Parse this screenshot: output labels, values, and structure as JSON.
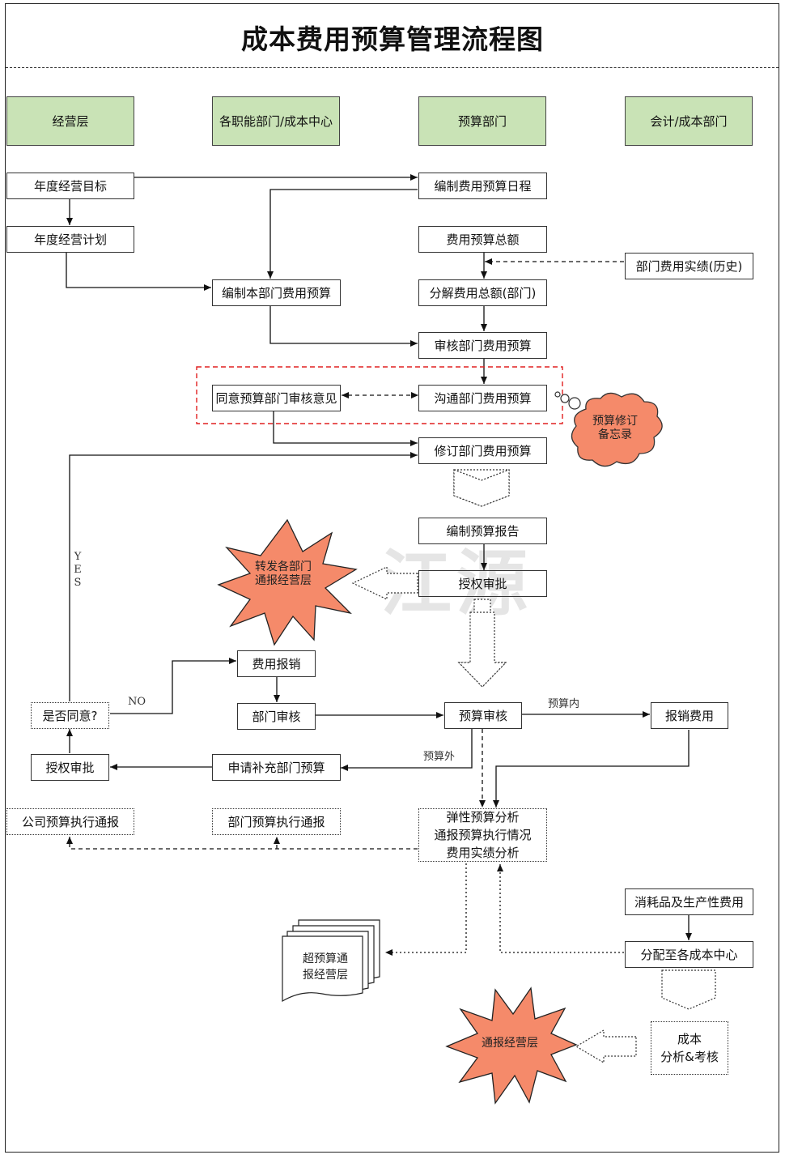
{
  "title": "成本费用预算管理流程图",
  "lanes": [
    "经营层",
    "各职能部门/成本中心",
    "预算部门",
    "会计/成本部门"
  ],
  "nodes": {
    "annual_goal": "年度经营目标",
    "annual_plan": "年度经营计划",
    "schedule": "编制费用预算日程",
    "budget_total": "费用预算总额",
    "dept_history": "部门费用实绩(历史)",
    "dept_budget": "编制本部门费用预算",
    "split_total": "分解费用总额(部门)",
    "review_dept": "审核部门费用预算",
    "agree_opinion": "同意预算部门审核意见",
    "communicate": "沟通部门费用预算",
    "revise": "修订部门费用预算",
    "report": "编制预算报告",
    "approve": "授权审批",
    "expense_claim": "费用报销",
    "dept_review": "部门审核",
    "budget_review": "预算审核",
    "reimburse": "报销费用",
    "agree_q": "是否同意?",
    "approve2": "授权审批",
    "apply_extra": "申请补充部门预算",
    "company_report": "公司预算执行通报",
    "dept_report": "部门预算执行通报",
    "analysis": [
      "弹性预算分析",
      "通报预算执行情况",
      "费用实绩分析"
    ],
    "consumables": "消耗品及生产性费用",
    "allocate": "分配至各成本中心",
    "cost_analysis": [
      "成本",
      "分析&考核"
    ]
  },
  "bubbles": {
    "memo": [
      "预算修订",
      "备忘录"
    ],
    "forward": [
      "转发各部门",
      "通报经营层"
    ],
    "notify": "通报经营层",
    "over_budget": [
      "超预算通",
      "报经营层"
    ]
  },
  "edge_labels": {
    "yes": [
      "Y",
      "E",
      "S"
    ],
    "no": "NO",
    "in_budget": "预算内",
    "out_budget": "预算外"
  },
  "watermark": "江源",
  "colors": {
    "lane_fill": "#c9e3b6",
    "burst_fill": "#f58a6a",
    "cloud_fill": "#f58a6a",
    "highlight": "#e02020"
  }
}
